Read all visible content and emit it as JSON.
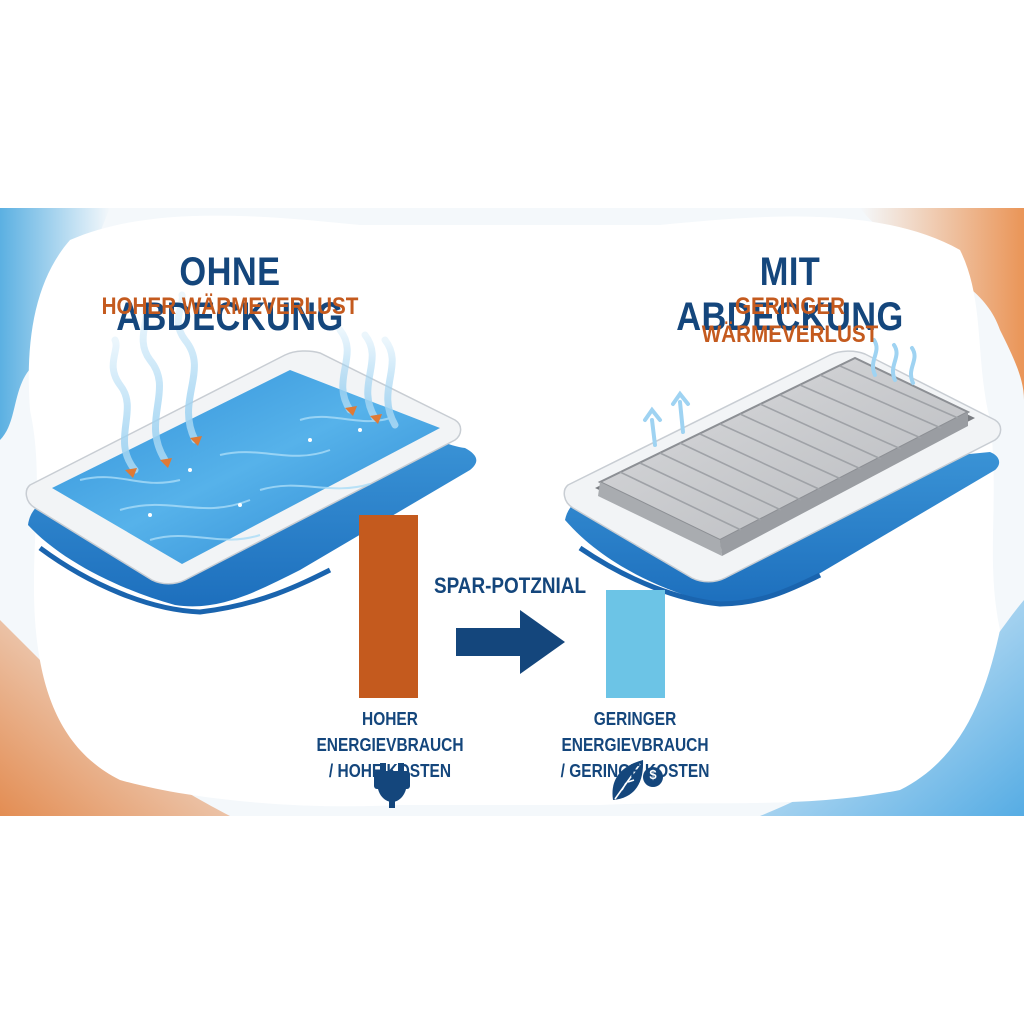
{
  "left_panel": {
    "title": "OHNE ABDECKUNG",
    "subtitle": "HOHER WÄRMEVERLUST",
    "label_line1": "HOHER ENERGIEVBRAUCH",
    "label_line2": "/ HOHE KOSTEN",
    "icon": "power-plug-icon"
  },
  "right_panel": {
    "title": "MIT ABDECKUNG",
    "subtitle": "GERINGER WÄRMEVERLUST",
    "label_line1": "GERINGER ENERGIEVBRAUCH",
    "label_line2": "/ GERINGE KOSTEN",
    "icon": "leaf-dollar-icon"
  },
  "center": {
    "arrow_label": "SPAR-POTZNIAL"
  },
  "colors": {
    "navy": "#14467c",
    "orange": "#c45a1e",
    "light_blue": "#6cc4e6",
    "pool_blue": "#3a93d6"
  }
}
